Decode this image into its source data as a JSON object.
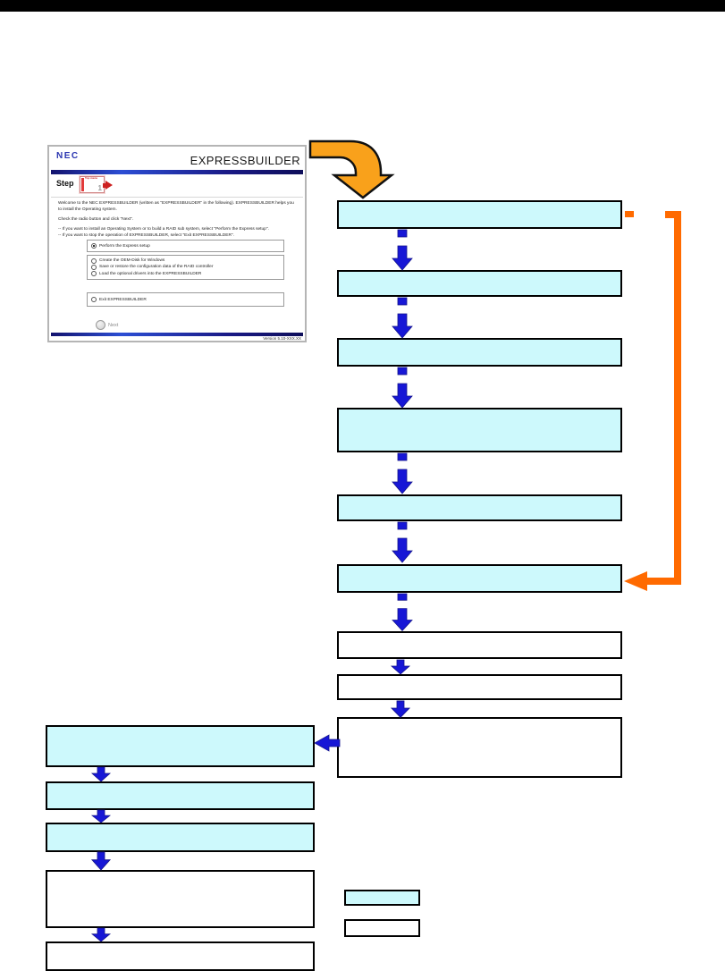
{
  "page": {
    "top_bar_color": "#000000",
    "background": "#FFFFFF"
  },
  "window": {
    "logo": "NEC",
    "title": "EXPRESSBUILDER",
    "step": {
      "label": "Step",
      "icon_text": "Top menu",
      "icon_page_glyph": "1"
    },
    "welcome_1": "Welcome to the NEC EXPRESSBUILDER (written as \"EXPRESSBUILDER\" in the following). EXPRESSBUILDER helps you to install the Operating system.",
    "welcome_2": "Check the radio button and click \"Next\".",
    "bullet_1": "-- If you want to install an Operating System or to build a RAID sub system, select \"Perform the Express setup\".",
    "bullet_2": "-- If you want to stop the operation of EXPRESSBUILDER, select \"Exit EXPRESSBUILDER\".",
    "radios": {
      "group1": [
        {
          "label": "Perform the Express setup",
          "selected": true
        }
      ],
      "group2": [
        {
          "label": "Create the OEM-Disk for Windows",
          "selected": false
        },
        {
          "label": "Save or restore the configuration data of the RAID controller",
          "selected": false
        },
        {
          "label": "Load the optional drivers into the EXPRESSBUILDER",
          "selected": false
        }
      ],
      "group3": [
        {
          "label": "Exit EXPRESSBUILDER",
          "selected": false
        }
      ]
    },
    "next_label": "Next",
    "version": "Version 5.10-XXX.XX"
  },
  "flowchart": {
    "colors": {
      "box_cyan": "#CDF9FC",
      "box_white": "#FFFFFF",
      "arrow_blue": "#1717D6",
      "connector_orange": "#FF6A00",
      "curved_arrow_orange": "#F9A11B"
    },
    "right_boxes": [
      {
        "label": "",
        "fill": "cyan"
      },
      {
        "label": "",
        "fill": "cyan"
      },
      {
        "label": "",
        "fill": "cyan"
      },
      {
        "label": "",
        "fill": "cyan"
      },
      {
        "label": "",
        "fill": "cyan"
      },
      {
        "label": "",
        "fill": "cyan"
      },
      {
        "label": "",
        "fill": "white"
      },
      {
        "label": "",
        "fill": "white"
      },
      {
        "label": "",
        "fill": "white"
      }
    ],
    "left_boxes": [
      {
        "label": "",
        "fill": "cyan"
      },
      {
        "label": "",
        "fill": "cyan"
      },
      {
        "label": "",
        "fill": "cyan"
      },
      {
        "label": "",
        "fill": "white"
      },
      {
        "label": "",
        "fill": "white"
      }
    ],
    "legend": {
      "cyan_label": "",
      "white_label": ""
    }
  }
}
